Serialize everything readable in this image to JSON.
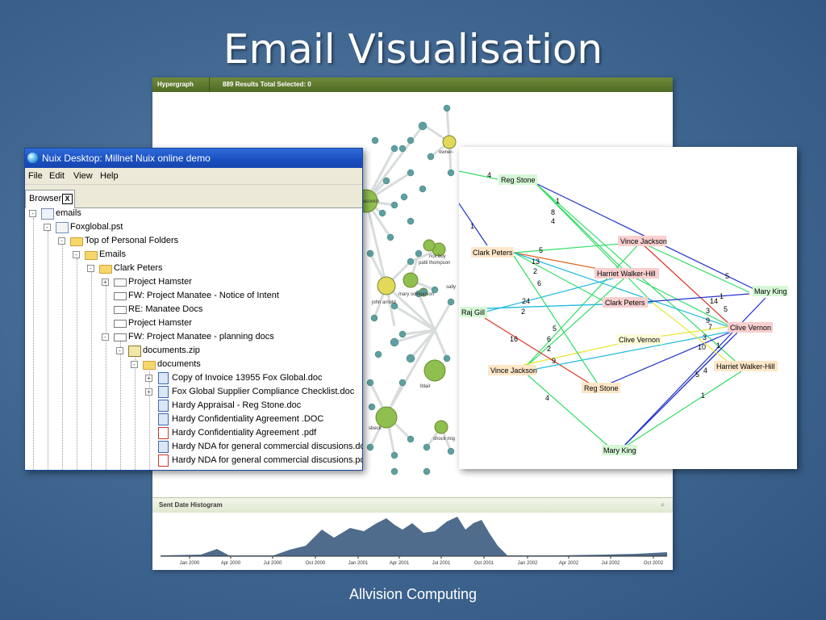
{
  "slide": {
    "title": "Email Visualisation",
    "footer": "Allvision Computing"
  },
  "hypergraph_app": {
    "tab": "Hypergraph",
    "results": "889 Results   Total Selected: 0",
    "histogram_title": "Sent Date Histogram",
    "histogram_grip": "≡",
    "nodes": {
      "owner": "owner-",
      "sacovich": "sacovich",
      "rick_buy": "rick buy",
      "patti_thompson": "patti thompson",
      "sally": "sally",
      "john_arnold": "john arnold",
      "mary_solmonson": "mary solmonson",
      "lblair": "lblair",
      "sbeck": "sbeck",
      "shock_mig": "shock mig"
    },
    "histogram_ticks": [
      "Jan 2000",
      "Apr 2000",
      "Jul 2000",
      "Oct 2000",
      "Jan 2001",
      "Apr 2001",
      "Jul 2001",
      "Oct 2001",
      "Jan 2002",
      "Apr 2002",
      "Jul 2002",
      "Oct 2002"
    ]
  },
  "nuix_window": {
    "title": "Nuix Desktop: Millnet Nuix online demo",
    "menu": [
      "File",
      "Edit",
      "View",
      "Help"
    ],
    "tab_label": "Browser",
    "tab_close": "X",
    "tree": [
      {
        "label": "emails",
        "icon": "mail-store-icon",
        "toggle": "-"
      },
      {
        "label": "Foxglobal.pst",
        "icon": "pst-file-icon",
        "toggle": "-"
      },
      {
        "label": "Top of Personal Folders",
        "icon": "folder-icon",
        "toggle": "-"
      },
      {
        "label": "Emails",
        "icon": "folder-icon",
        "toggle": "-"
      },
      {
        "label": "Clark Peters",
        "icon": "folder-icon",
        "toggle": "-"
      },
      {
        "label": "Project Hamster",
        "icon": "envelope-icon",
        "toggle": "+"
      },
      {
        "label": "FW: Project Manatee - Notice of Intent",
        "icon": "envelope-icon",
        "toggle": ""
      },
      {
        "label": "RE: Manatee Docs",
        "icon": "envelope-icon",
        "toggle": ""
      },
      {
        "label": "Project Hamster",
        "icon": "envelope-icon",
        "toggle": ""
      },
      {
        "label": "FW: Project Manatee - planning docs",
        "icon": "envelope-icon",
        "toggle": "-"
      },
      {
        "label": "documents.zip",
        "icon": "zip-file-icon",
        "toggle": "-"
      },
      {
        "label": "documents",
        "icon": "folder-icon",
        "toggle": "-"
      },
      {
        "label": "Copy of Invoice 13955 Fox Global.doc",
        "icon": "word-doc-icon",
        "toggle": "+"
      },
      {
        "label": "Fox Global Supplier Compliance Checklist.doc",
        "icon": "word-doc-icon",
        "toggle": "+"
      },
      {
        "label": "Hardy Appraisal - Reg Stone.doc",
        "icon": "word-doc-icon",
        "toggle": ""
      },
      {
        "label": "Hardy Confidentiality Agreement .DOC",
        "icon": "word-doc-icon",
        "toggle": ""
      },
      {
        "label": "Hardy Confidentiality Agreement .pdf",
        "icon": "pdf-file-icon",
        "toggle": ""
      },
      {
        "label": "Hardy NDA for general commercial discusions.doc",
        "icon": "word-doc-icon",
        "toggle": ""
      },
      {
        "label": "Hardy NDA for general commercial discusions.pdf",
        "icon": "pdf-file-icon",
        "toggle": ""
      }
    ]
  },
  "email_graph": {
    "colors": {
      "pink_node": "#f9cfcf",
      "green_node": "#d6f7d6",
      "peach_node": "#fde7c8",
      "blue_edge": "#2233cc",
      "green_edge": "#33dd66",
      "cyan_edge": "#22bbdd",
      "red_edge": "#dd3322",
      "yellow_edge": "#e6e633"
    },
    "nodes": {
      "reg_stone_top": "Reg Stone",
      "vince_jackson_top": "Vince Jackson",
      "clark_peters_left": "Clark Peters",
      "harriet_center": "Harriet Walker-Hill",
      "mary_king_right": "Mary King",
      "clark_peters_center": "Clark Peters",
      "raj_gill": "Raj Gill",
      "clive_vernon_right": "Clive Vernon",
      "clive_vernon_center": "Clive Vernon",
      "vince_jackson_left": "Vince Jackson",
      "harriet_right": "Harriet Walker-Hill",
      "reg_stone_bottom": "Reg Stone",
      "mary_king_bottom": "Mary King"
    },
    "labels": {
      "l4a": "4",
      "l1a": "1",
      "l8": "8",
      "l4b": "4",
      "l1b": "1",
      "l5a": "5",
      "l13": "13",
      "l2a": "2",
      "l6a": "6",
      "l5b": "5",
      "l14": "14",
      "l1c": "1",
      "l3a": "3",
      "l5c": "5",
      "l9": "9",
      "l7": "7",
      "l24": "24",
      "l2b": "2",
      "l16": "16",
      "l6b": "6",
      "l2c": "2",
      "l5d": "5",
      "l9b": "9",
      "l3b": "3",
      "l10": "10",
      "l1d": "1",
      "l5e": "5",
      "l4c": "4",
      "l4d": "4",
      "l1e": "1"
    }
  }
}
